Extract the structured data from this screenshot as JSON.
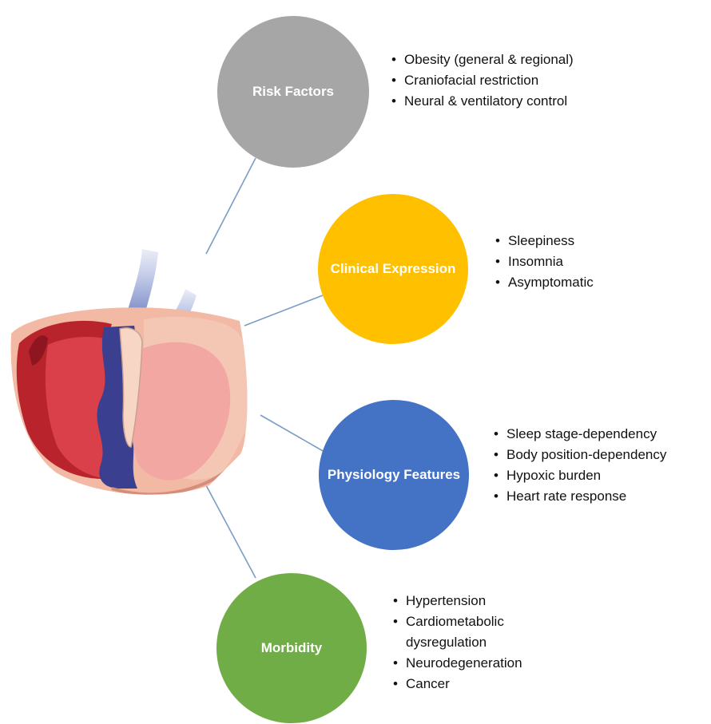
{
  "colors": {
    "risk": "#a6a6a6",
    "clinical": "#ffc000",
    "physiology": "#4472c4",
    "morbidity": "#70ad47",
    "connector": "#7a9cc6"
  },
  "illustration": {
    "icon": "sleeping-head-airway-cross-section-icon"
  },
  "nodes": [
    {
      "key": "risk",
      "label": "Risk Factors",
      "items": [
        "Obesity (general & regional)",
        "Craniofacial restriction",
        "Neural & ventilatory control"
      ]
    },
    {
      "key": "clinical",
      "label": "Clinical Expression",
      "items": [
        "Sleepiness",
        "Insomnia",
        "Asymptomatic"
      ]
    },
    {
      "key": "physiology",
      "label": "Physiology Features",
      "items": [
        "Sleep stage-dependency",
        "Body position-dependency",
        "Hypoxic burden",
        "Heart rate response"
      ]
    },
    {
      "key": "morbidity",
      "label": "Morbidity",
      "items": [
        "Hypertension",
        "Cardiometabolic dysregulation",
        "Neurodegeneration",
        "Cancer"
      ]
    }
  ]
}
